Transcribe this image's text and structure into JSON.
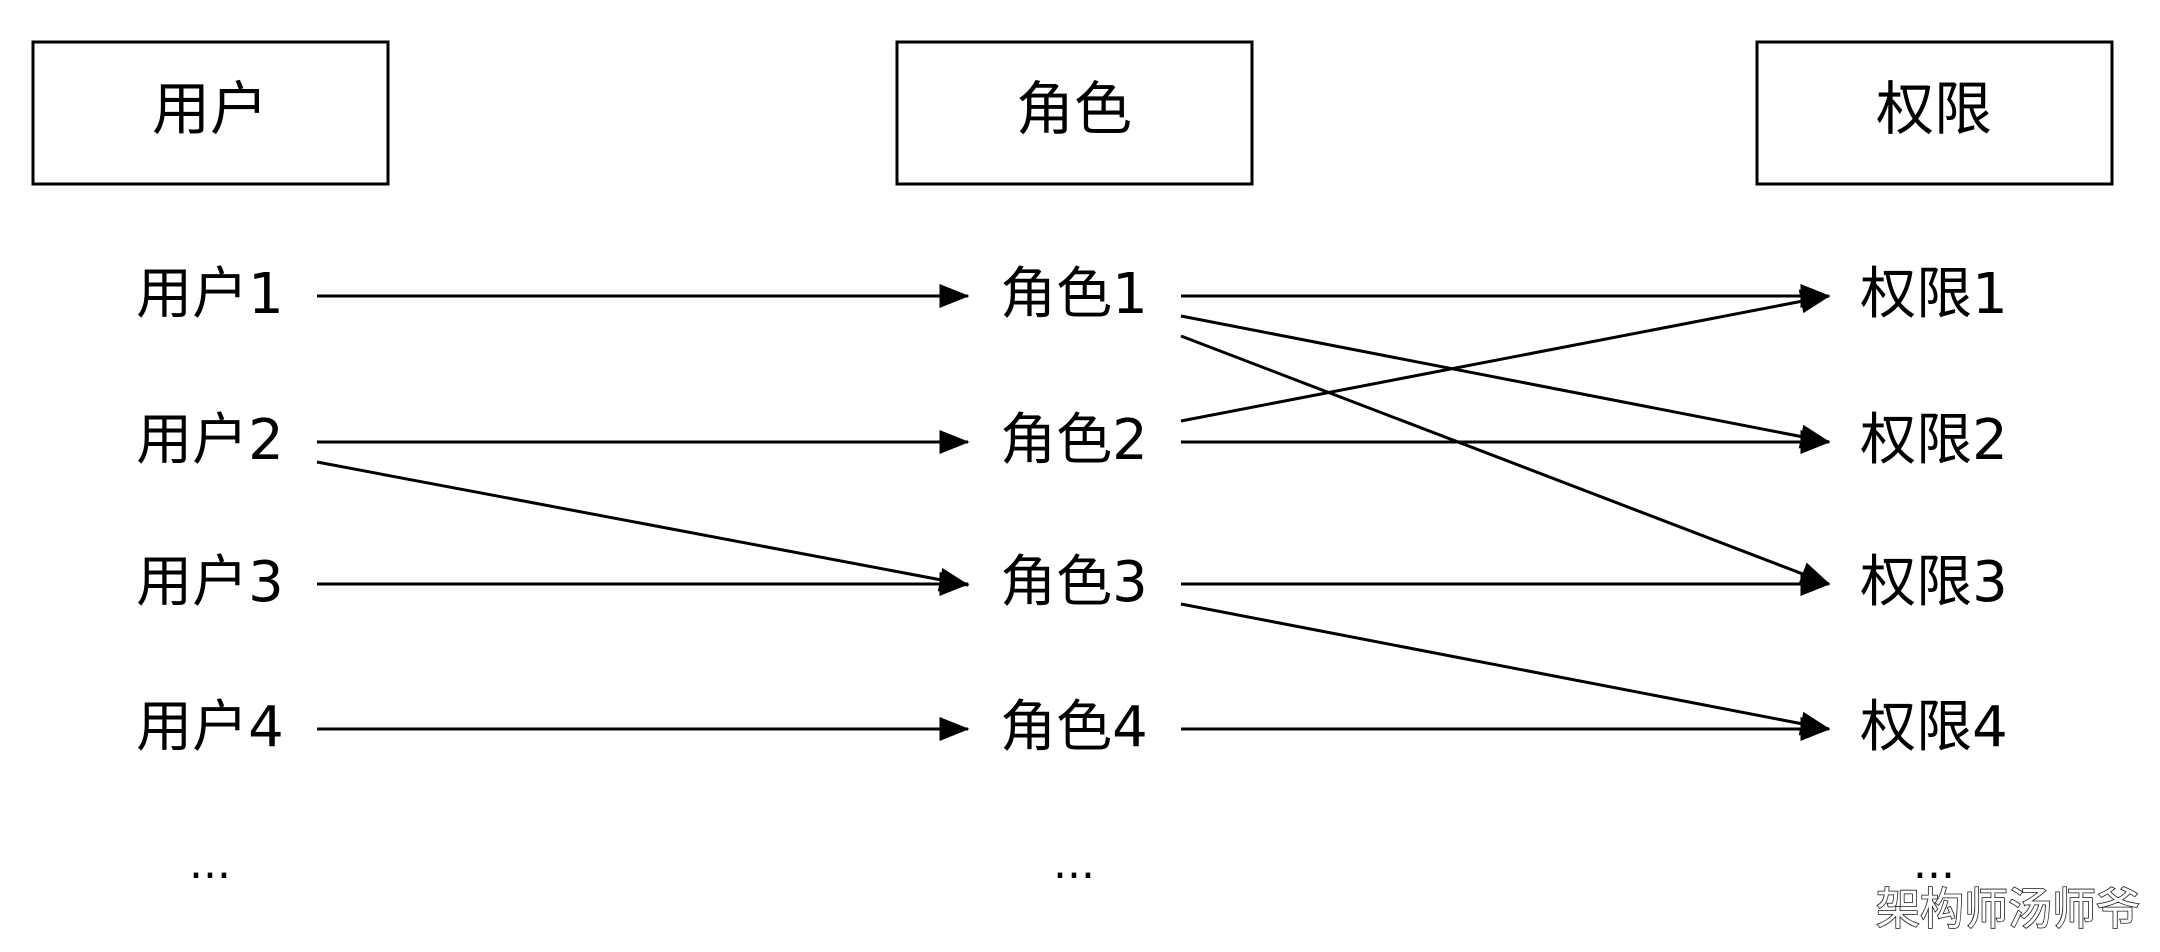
{
  "columns": [
    {
      "header": "用户",
      "items": [
        "用户1",
        "用户2",
        "用户3",
        "用户4"
      ],
      "ellipsis": "..."
    },
    {
      "header": "角色",
      "items": [
        "角色1",
        "角色2",
        "角色3",
        "角色4"
      ],
      "ellipsis": "..."
    },
    {
      "header": "权限",
      "items": [
        "权限1",
        "权限2",
        "权限3",
        "权限4"
      ],
      "ellipsis": "..."
    }
  ],
  "edges": [
    {
      "from": "用户1",
      "to": "角色1"
    },
    {
      "from": "用户2",
      "to": "角色2"
    },
    {
      "from": "用户2",
      "to": "角色3"
    },
    {
      "from": "用户3",
      "to": "角色3"
    },
    {
      "from": "用户4",
      "to": "角色4"
    },
    {
      "from": "角色1",
      "to": "权限1"
    },
    {
      "from": "角色1",
      "to": "权限2"
    },
    {
      "from": "角色1",
      "to": "权限3"
    },
    {
      "from": "角色2",
      "to": "权限1"
    },
    {
      "from": "角色2",
      "to": "权限2"
    },
    {
      "from": "角色3",
      "to": "权限3"
    },
    {
      "from": "角色3",
      "to": "权限4"
    },
    {
      "from": "角色4",
      "to": "权限4"
    }
  ],
  "watermark": "架构师汤师爷"
}
